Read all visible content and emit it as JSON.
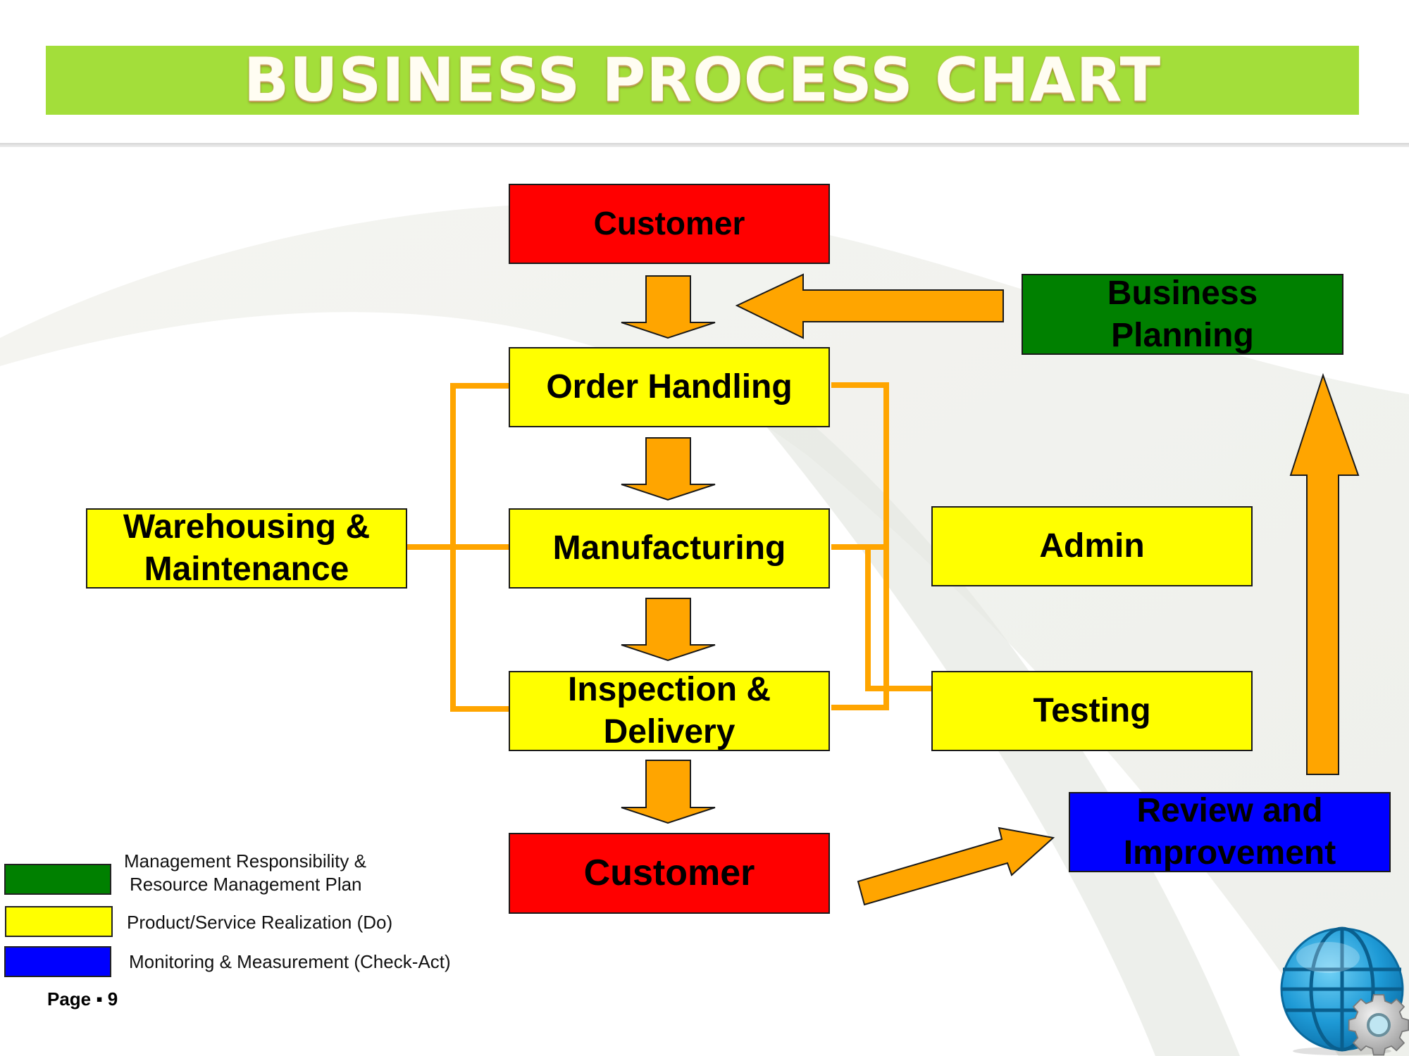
{
  "title": "BUSINESS PROCESS CHART",
  "nodes": {
    "customer_top": {
      "label": "Customer",
      "category": "customer"
    },
    "order_handling": {
      "label": "Order Handling",
      "category": "realization"
    },
    "manufacturing": {
      "label": "Manufacturing",
      "category": "realization"
    },
    "inspection_delivery": {
      "line1": "Inspection &",
      "line2": "Delivery",
      "category": "realization"
    },
    "customer_bottom": {
      "label": "Customer",
      "category": "customer"
    },
    "warehousing": {
      "line1": "Warehousing &",
      "line2": "Maintenance",
      "category": "realization"
    },
    "admin": {
      "label": "Admin",
      "category": "realization"
    },
    "testing": {
      "label": "Testing",
      "category": "realization"
    },
    "business_planning": {
      "line1": "Business",
      "line2": "Planning",
      "category": "management"
    },
    "review": {
      "line1": "Review and",
      "line2": "Improvement",
      "category": "monitoring"
    }
  },
  "edges": [
    {
      "from": "customer_top",
      "to": "order_handling",
      "type": "block-arrow"
    },
    {
      "from": "business_planning",
      "to": "order_handling",
      "type": "block-arrow"
    },
    {
      "from": "order_handling",
      "to": "manufacturing",
      "type": "block-arrow"
    },
    {
      "from": "manufacturing",
      "to": "inspection_delivery",
      "type": "block-arrow"
    },
    {
      "from": "inspection_delivery",
      "to": "customer_bottom",
      "type": "block-arrow"
    },
    {
      "from": "customer_bottom",
      "to": "review",
      "type": "block-arrow"
    },
    {
      "from": "review",
      "to": "business_planning",
      "type": "block-arrow"
    },
    {
      "from": "warehousing",
      "to": [
        "order_handling",
        "manufacturing",
        "inspection_delivery"
      ],
      "type": "connector"
    },
    {
      "from": "testing",
      "to": [
        "order_handling",
        "manufacturing",
        "inspection_delivery"
      ],
      "type": "connector"
    }
  ],
  "legend": [
    {
      "line1": "Management Responsibility &",
      "line2": "Resource Management Plan",
      "color": "#008000"
    },
    {
      "line1": "Product/Service Realization (Do)",
      "color": "#ffff00"
    },
    {
      "line1": "Monitoring & Measurement (Check-Act)",
      "color": "#0000ff"
    }
  ],
  "colors": {
    "title_band": "#a3de3a",
    "customer": "#ff0000",
    "realization": "#ffff00",
    "management": "#008000",
    "monitoring": "#0000ff",
    "arrow": "#ffa500"
  },
  "footer": {
    "page_label": "Page ▪ 9"
  },
  "icons": {
    "corner": "globe-gear-icon"
  }
}
